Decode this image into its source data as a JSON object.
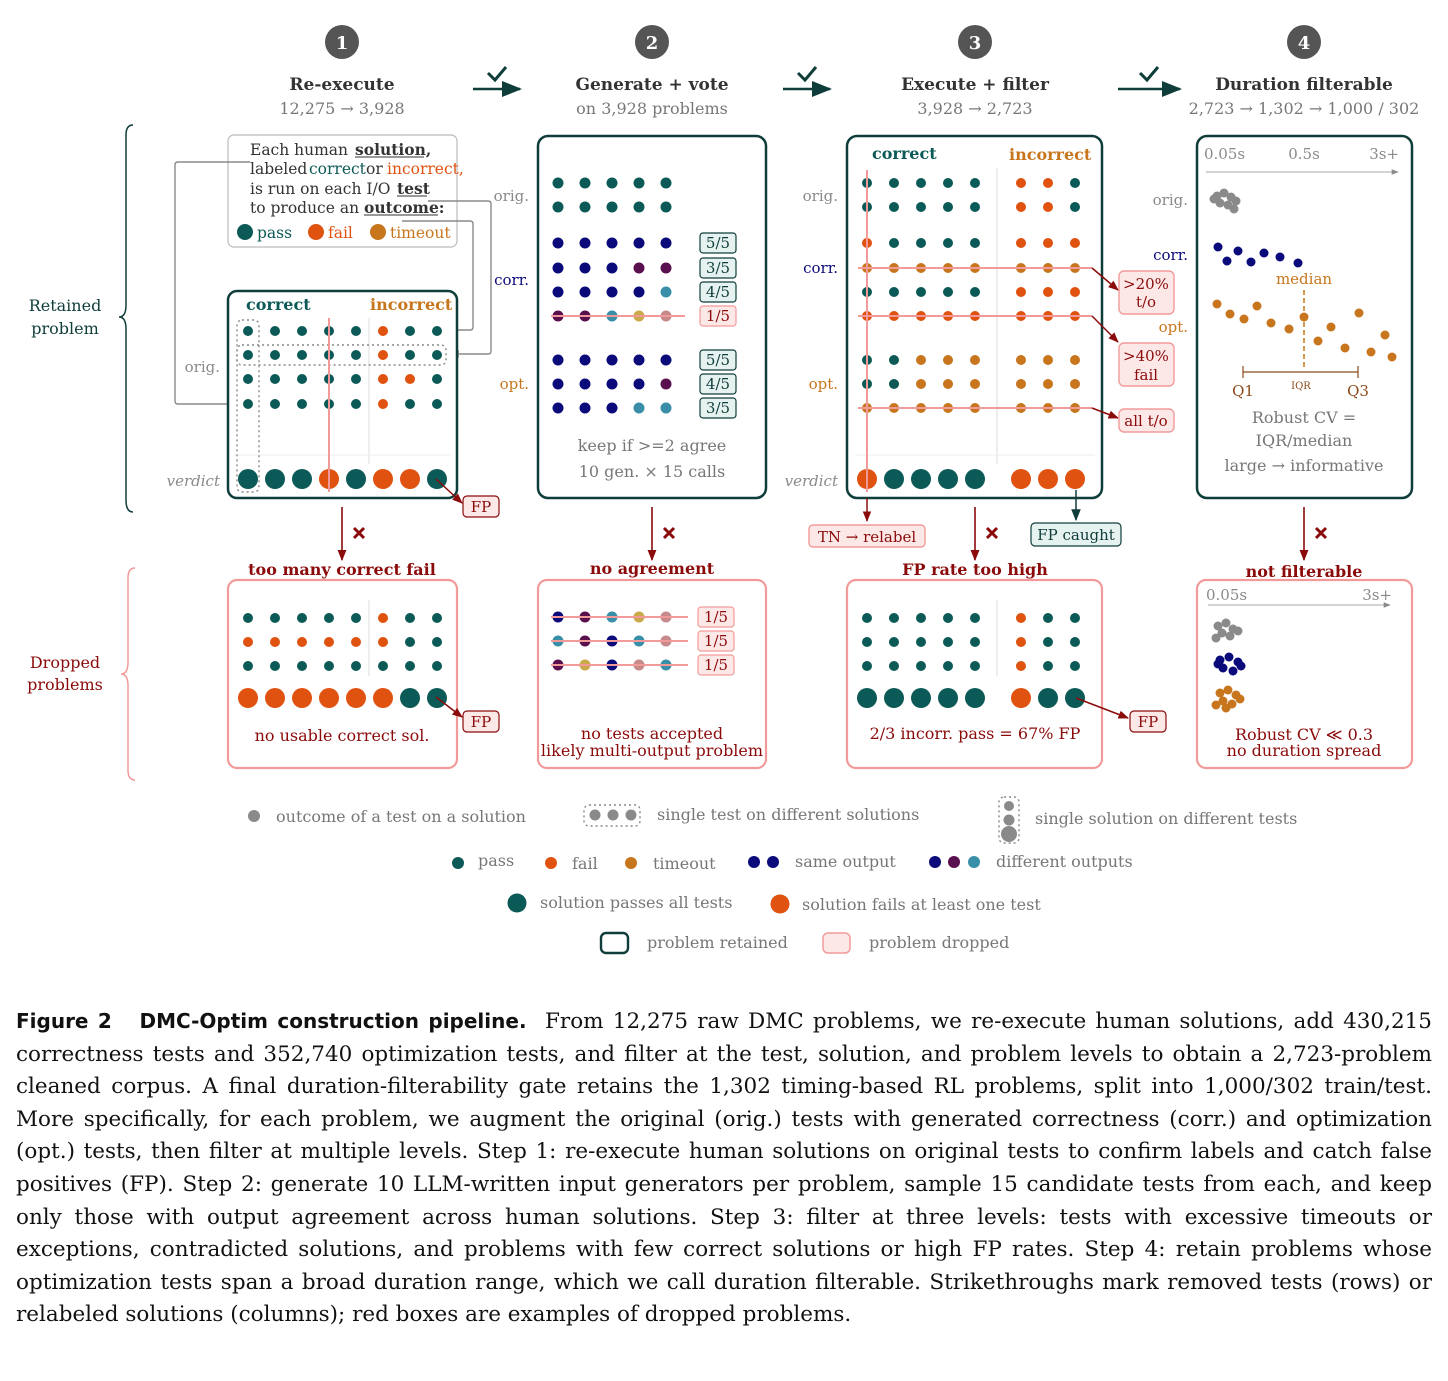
{
  "colors": {
    "pass": "#0c5a57",
    "fail": "#e0520f",
    "timeout": "#c8761e",
    "same": "#0a0a7a",
    "diff_purple": "#5a0f4f",
    "diff_teal": "#3a8fa8",
    "retain_border": "#0f3d3a",
    "drop_border": "#f29a9a",
    "dark_red": "#8b0a0a",
    "grey": "#8a8a8a",
    "orange_text": "#c8761e",
    "blue_text": "#0a0a7a"
  },
  "steps": [
    {
      "num": "1",
      "title": "Re-execute",
      "sub": "12,275 → 3,928"
    },
    {
      "num": "2",
      "title": "Generate + vote",
      "sub": "on 3,928 problems"
    },
    {
      "num": "3",
      "title": "Execute + filter",
      "sub": "3,928 → 2,723"
    },
    {
      "num": "4",
      "title": "Duration filterable",
      "sub": "2,723 → 1,302 → 1,000 / 302"
    }
  ],
  "side_labels": {
    "retained": [
      "Retained",
      "problem"
    ],
    "dropped": [
      "Dropped",
      "problems"
    ]
  },
  "row_labels": {
    "orig": "orig.",
    "corr": "corr.",
    "opt": "opt.",
    "verdict": "verdict"
  },
  "col_labels": {
    "correct": "correct",
    "incorrect": "incorrect"
  },
  "info_box": {
    "l1a": "Each human",
    "l1b": "solution,",
    "l2a": "labeled",
    "l2b": "correct",
    "l2c": "or",
    "l2d": "incorrect,",
    "l3a": "is run on each I/O",
    "l3b": "test",
    "l4a": "to produce an",
    "l4b": "outcome:",
    "pass": "pass",
    "fail": "fail",
    "timeout": "timeout"
  },
  "tags": {
    "fp": "FP",
    "s2_votes": [
      "5/5",
      "3/5",
      "4/5",
      "1/5",
      "5/5",
      "4/5",
      "3/5"
    ],
    "s3_t20a": ">20%",
    "s3_t20b": "t/o",
    "s3_t40a": ">40%",
    "s3_t40b": "fail",
    "s3_allto": "all t/o",
    "tn_relabel": "TN → relabel",
    "fp_caught": "FP caught",
    "drop_votes": [
      "1/5",
      "1/5",
      "1/5"
    ]
  },
  "box_text": {
    "s2_keep": "keep if >=2 agree",
    "s2_gen": "10 gen. × 15 calls",
    "s4_axis": [
      "0.05s",
      "0.5s",
      "3s+"
    ],
    "s4_median": "median",
    "s4_q1": "Q1",
    "s4_iqr": "IQR",
    "s4_q3": "Q3",
    "s4_cv1": "Robust CV =",
    "s4_cv2": "IQR/median",
    "s4_cv3": "large → informative"
  },
  "drop_titles": [
    "too many correct fail",
    "no agreement",
    "FP rate too high",
    "not filterable"
  ],
  "drop_text": {
    "d1": "no usable correct sol.",
    "d2a": "no tests accepted",
    "d2b": "likely multi-output problem",
    "d3": "2/3 incorr. pass = 67% FP",
    "d4_axis": [
      "0.05s",
      "3s+"
    ],
    "d4a": "Robust CV ≪ 0.3",
    "d4b": "no duration spread"
  },
  "legend": {
    "outcome": "outcome of a test on a solution",
    "single_test": "single test on different solutions",
    "single_sol": "single solution on different tests",
    "pass": "pass",
    "fail": "fail",
    "timeout": "timeout",
    "same": "same output",
    "diff": "different outputs",
    "sol_pass": "solution passes all tests",
    "sol_fail": "solution fails at least one test",
    "retained": "problem retained",
    "dropped": "problem dropped"
  },
  "caption": {
    "label": "Figure 2",
    "title": "DMC-Optim construction pipeline.",
    "body": "From 12,275 raw DMC problems, we re-execute human solutions, add 430,215 correctness tests and 352,740 optimization tests, and filter at the test, solution, and problem levels to obtain a 2,723-problem cleaned corpus. A final duration-filterability gate retains the 1,302 timing-based RL problems, split into 1,000/302 train/test. More specifically, for each problem, we augment the original (orig.) tests with generated correctness (corr.) and optimization (opt.) tests, then filter at multiple levels. Step 1: re-execute human solutions on original tests to confirm labels and catch false positives (FP). Step 2: generate 10 LLM-written input generators per problem, sample 15 candidate tests from each, and keep only those with output agreement across human solutions. Step 3: filter at three levels: tests with excessive timeouts or exceptions, contradicted solutions, and problems with few correct solutions or high FP rates. Step 4: retain problems whose optimization tests span a broad duration range, which we call duration filterable. Strikethroughs mark removed tests (rows) or relabeled solutions (columns); red boxes are examples of dropped problems."
  }
}
